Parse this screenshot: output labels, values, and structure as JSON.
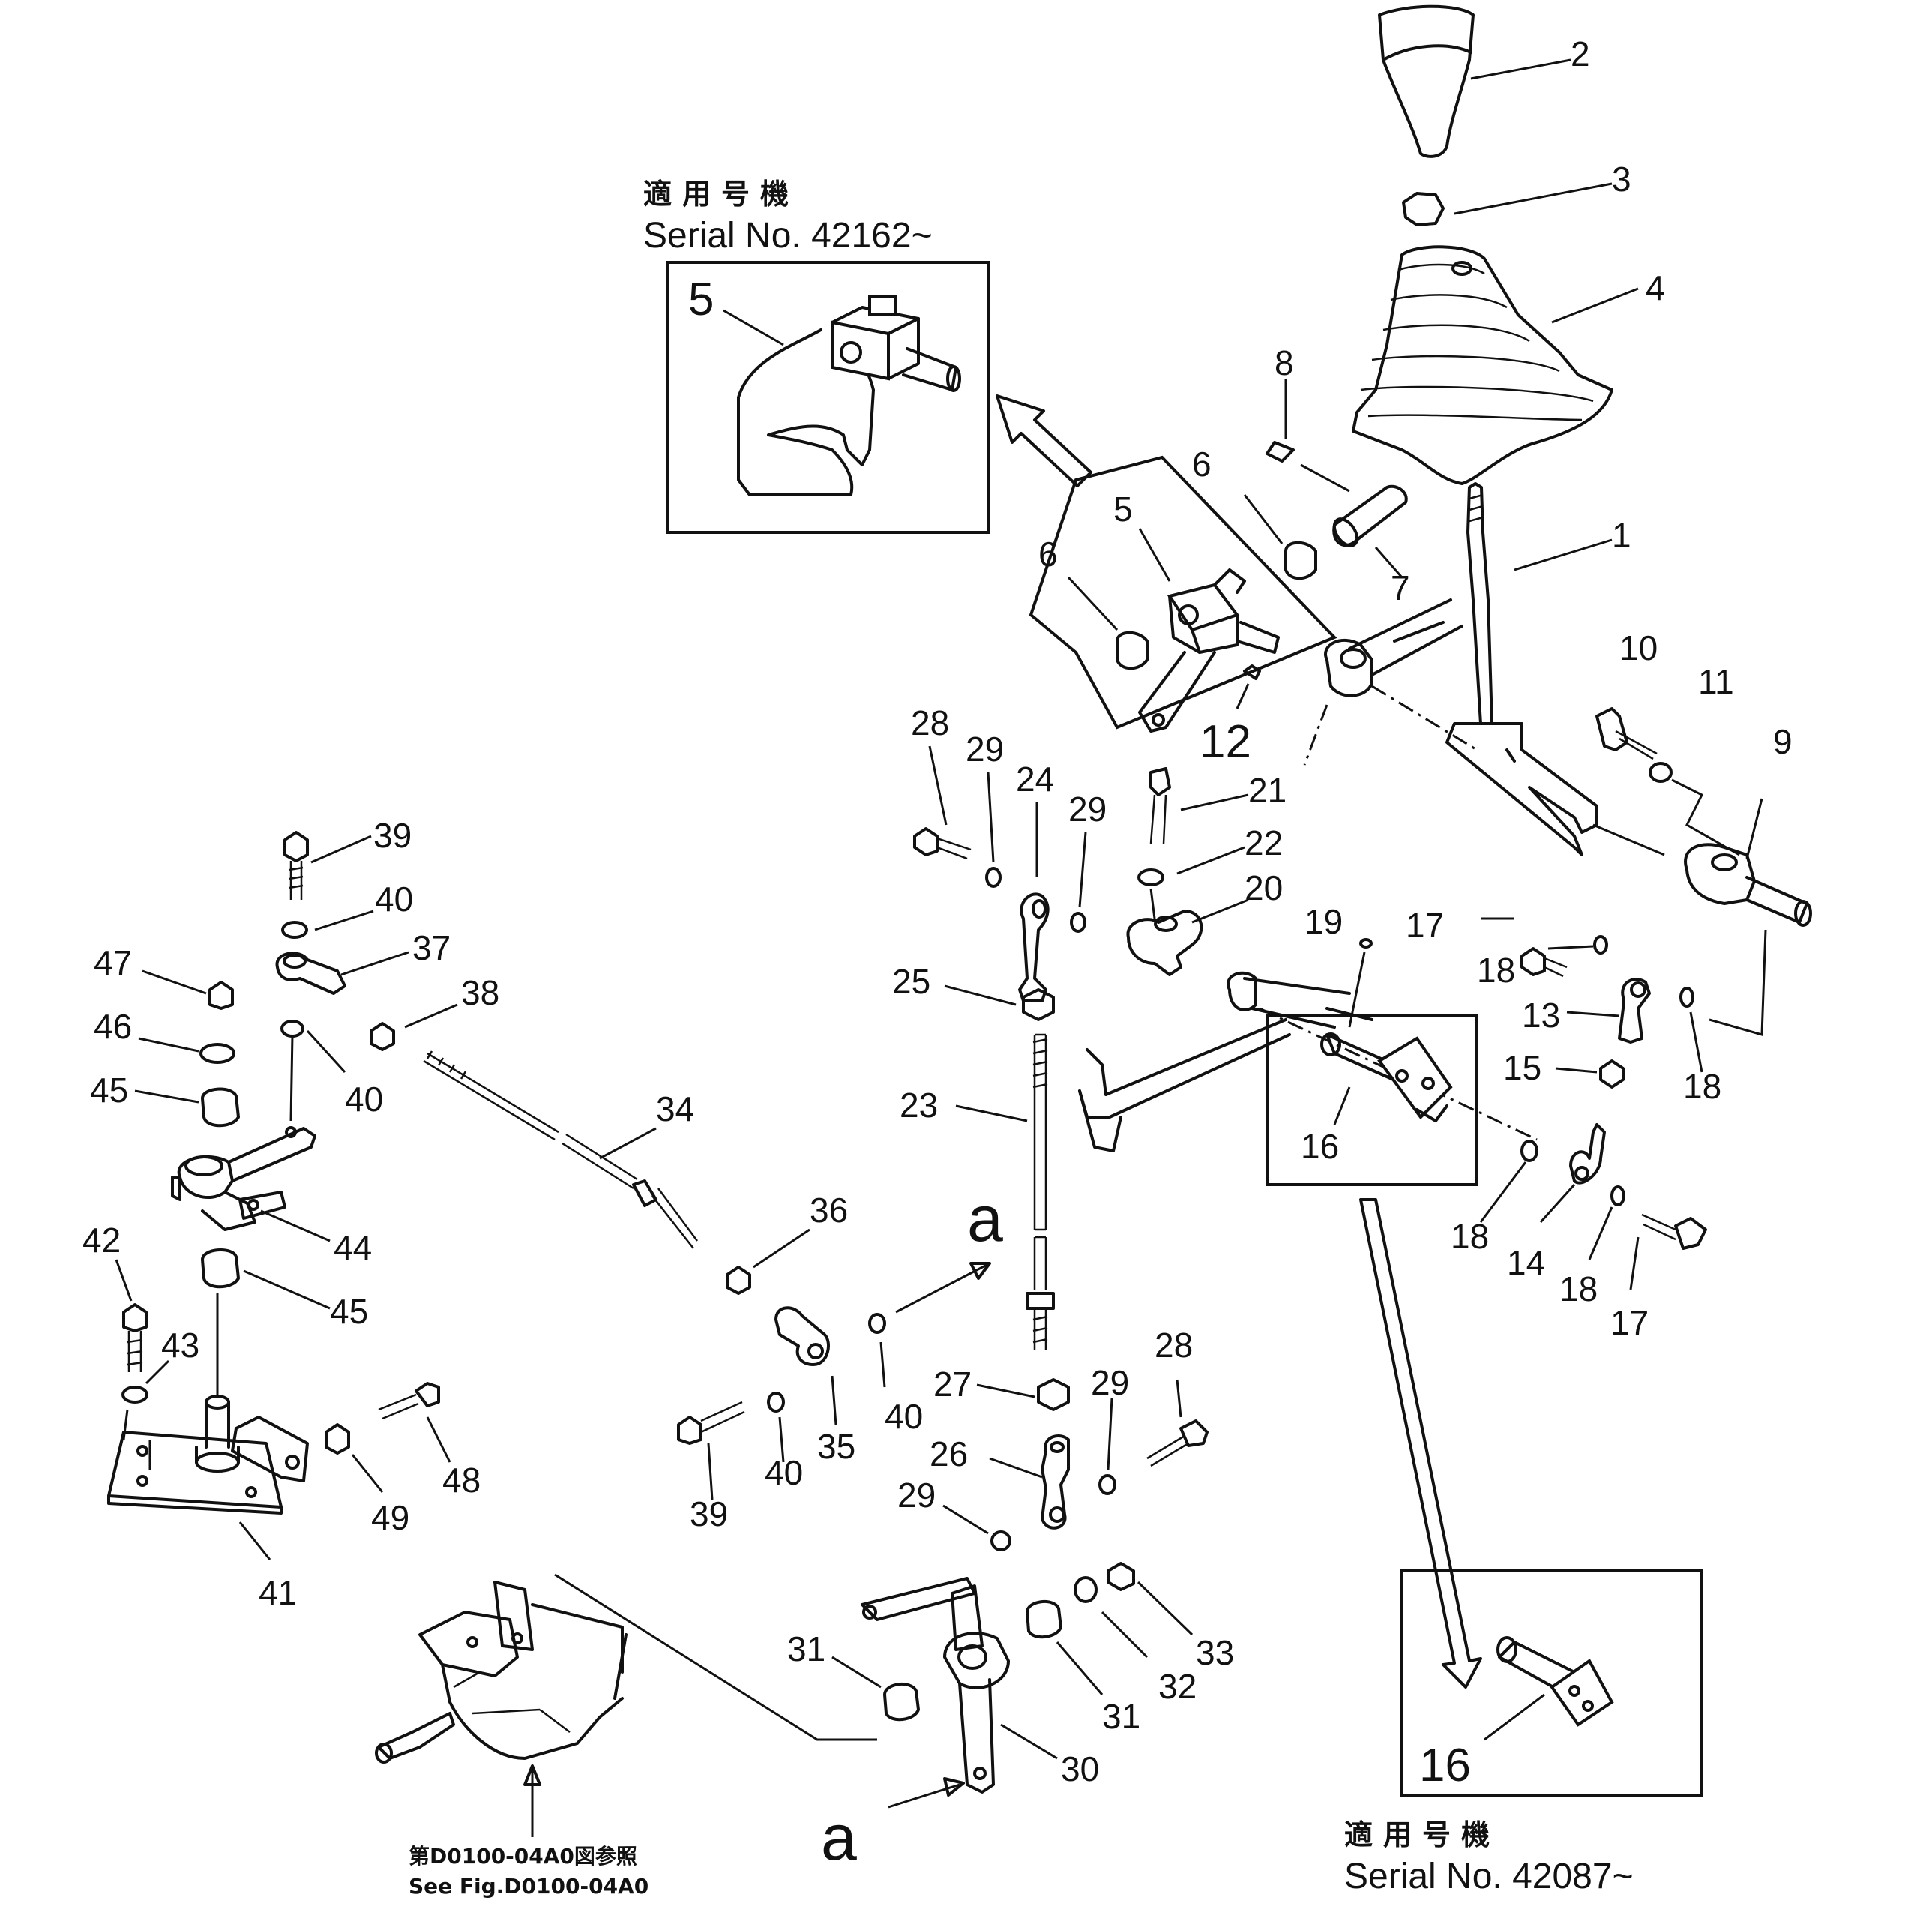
{
  "insets": {
    "top_left": {
      "applicability_jp": "適用号機",
      "serial": "Serial No. 42162~",
      "part": "5"
    },
    "bottom_right": {
      "applicability_jp": "適用号機",
      "serial": "Serial No. 42087~",
      "part": "16"
    }
  },
  "reference": {
    "jp": "第D0100-04A0図参照",
    "en": "See Fig.D0100-04A0"
  },
  "view_letters": {
    "upper": "a",
    "lower": "a"
  },
  "parts": {
    "p1": "1",
    "p2": "2",
    "p3": "3",
    "p4": "4",
    "p5": "5",
    "p6a": "6",
    "p6b": "6",
    "p7": "7",
    "p8": "8",
    "p9": "9",
    "p10": "10",
    "p11": "11",
    "p12": "12",
    "p13": "13",
    "p14": "14",
    "p15": "15",
    "p16": "16",
    "p17a": "17",
    "p17b": "17",
    "p18a": "18",
    "p18b": "18",
    "p18c": "18",
    "p18d": "18",
    "p19": "19",
    "p20": "20",
    "p21": "21",
    "p22": "22",
    "p23": "23",
    "p24": "24",
    "p25": "25",
    "p26": "26",
    "p27": "27",
    "p28a": "28",
    "p28b": "28",
    "p29a": "29",
    "p29b": "29",
    "p29c": "29",
    "p29d": "29",
    "p30": "30",
    "p31a": "31",
    "p31b": "31",
    "p32": "32",
    "p33": "33",
    "p34": "34",
    "p35": "35",
    "p36": "36",
    "p37": "37",
    "p38": "38",
    "p39a": "39",
    "p39b": "39",
    "p40a": "40",
    "p40b": "40",
    "p40c": "40",
    "p40d": "40",
    "p41": "41",
    "p42": "42",
    "p43": "43",
    "p44": "44",
    "p45a": "45",
    "p45b": "45",
    "p46": "46",
    "p47": "47",
    "p48": "48",
    "p49": "49"
  }
}
